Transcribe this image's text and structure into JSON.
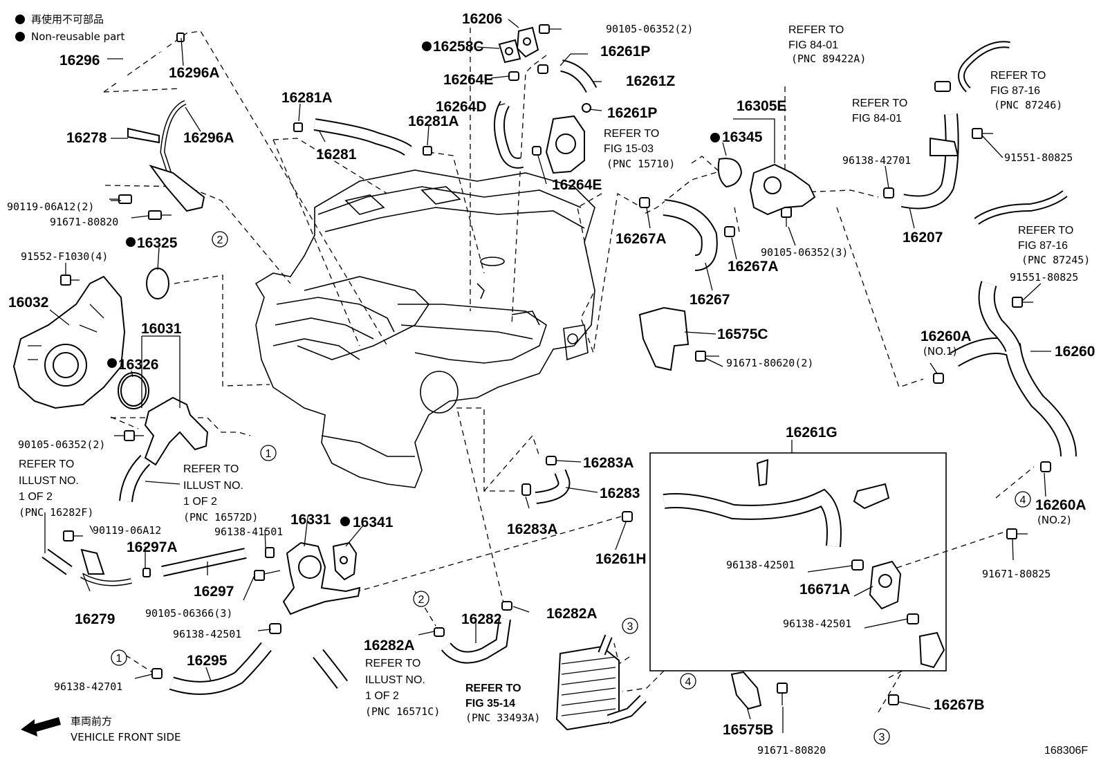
{
  "legend": {
    "jp": "再使用不可部品",
    "en": "Non-reusable part"
  },
  "front": {
    "jp": "車両前方",
    "en": "VEHICLE FRONT SIDE"
  },
  "figure_id": "168306F",
  "parts": {
    "p16296": "16296",
    "p16296A_1": "16296A",
    "p16296A_2": "16296A",
    "p16278": "16278",
    "p90119_06A12_2": "90119-06A12(2)",
    "p91671_80820_a": "91671-80820",
    "p16325": "16325",
    "p91552": "91552-F1030(4)",
    "p16032": "16032",
    "p16031": "16031",
    "p16326": "16326",
    "p90105_06352_2b": "90105-06352(2)",
    "p90119_06A12": "90119-06A12",
    "p16297A": "16297A",
    "p16297": "16297",
    "p16279": "16279",
    "p90105_06366": "90105-06366(3)",
    "p96138_41501": "96138-41501",
    "p16331": "16331",
    "p16341": "16341",
    "p96138_42501_a": "96138-42501",
    "p16295": "16295",
    "p96138_42701_a": "96138-42701",
    "p16282A_1": "16282A",
    "p16282": "16282",
    "p16282A_2": "16282A",
    "p16206": "16206",
    "p16258C": "16258C",
    "p90105_06352_2a": "90105-06352(2)",
    "p16261P_1": "16261P",
    "p16261Z": "16261Z",
    "p16264E_1": "16264E",
    "p16264D": "16264D",
    "p16261P_2": "16261P",
    "p16264E_2": "16264E",
    "p16281A_1": "16281A",
    "p16281": "16281",
    "p16281A_2": "16281A",
    "p16305E": "16305E",
    "p16345": "16345",
    "p16267A_1": "16267A",
    "p16267A_2": "16267A",
    "p90105_06352_3": "90105-06352(3)",
    "p16267": "16267",
    "p16575C": "16575C",
    "p91671_80620": "91671-80620(2)",
    "p96138_42701_b": "96138-42701",
    "p91551_80825_a": "91551-80825",
    "p16207": "16207",
    "p91551_80825_b": "91551-80825",
    "p16260A_1": "16260A",
    "p16260A_1_no": "(NO.1)",
    "p16260": "16260",
    "p16260A_2": "16260A",
    "p16260A_2_no": "(NO.2)",
    "p91671_80825": "91671-80825",
    "p16261G": "16261G",
    "p96138_42501_b": "96138-42501",
    "p16671A": "16671A",
    "p96138_42501_c": "96138-42501",
    "p16267B": "16267B",
    "p16575B": "16575B",
    "p91671_80820_b": "91671-80820",
    "p16283A_1": "16283A",
    "p16283": "16283",
    "p16283A_2": "16283A",
    "p16261H": "16261H"
  },
  "refs": {
    "r_fig1503": [
      "REFER TO",
      "FIG 15-03",
      "(PNC 15710)"
    ],
    "r_fig8401a": [
      "REFER TO",
      "FIG 84-01",
      "(PNC 89422A)"
    ],
    "r_fig8401b": [
      "REFER TO",
      "FIG 84-01"
    ],
    "r_fig8716a": [
      "REFER TO",
      "FIG 87-16",
      "(PNC 87246)"
    ],
    "r_fig8716b": [
      "REFER TO",
      "FIG 87-16",
      "(PNC 87245)"
    ],
    "r_ill16282F": [
      "REFER TO",
      "ILLUST NO.",
      "1 OF 2",
      "(PNC 16282F)"
    ],
    "r_ill16572D": [
      "REFER TO",
      "ILLUST NO.",
      "1 OF 2",
      "(PNC 16572D)"
    ],
    "r_ill16571C": [
      "REFER TO",
      "ILLUST NO.",
      "1 OF 2",
      "(PNC 16571C)"
    ],
    "r_fig3514": [
      "REFER TO",
      "FIG 35-14",
      "(PNC 33493A)"
    ]
  },
  "markers": [
    "1",
    "2",
    "3",
    "4"
  ]
}
